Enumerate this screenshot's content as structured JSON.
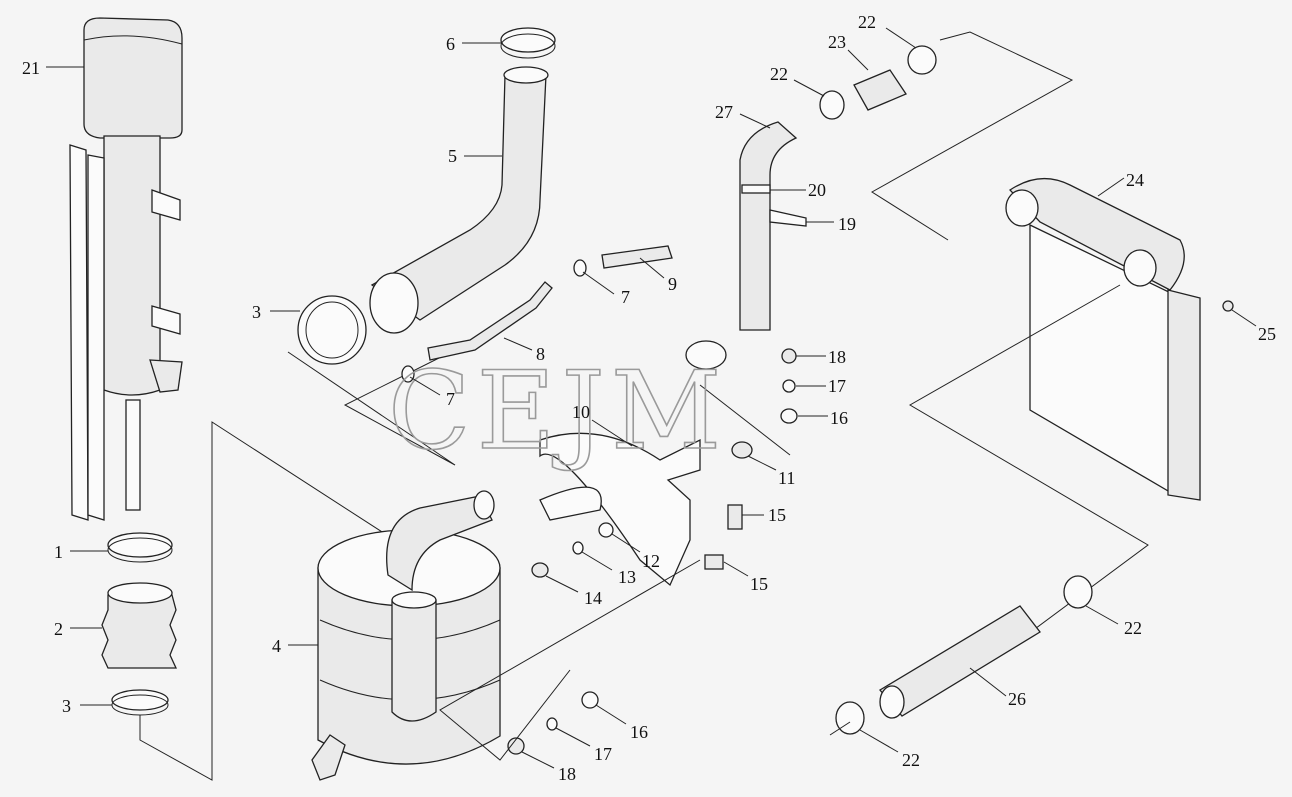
{
  "watermark": "CEJM",
  "callouts": [
    {
      "id": "c27",
      "num": "27"
    },
    {
      "id": "c6",
      "num": "6"
    },
    {
      "id": "c5",
      "num": "5"
    },
    {
      "id": "c3a",
      "num": "3"
    },
    {
      "id": "c7a",
      "num": "7"
    },
    {
      "id": "c9",
      "num": "9"
    },
    {
      "id": "c8",
      "num": "8"
    },
    {
      "id": "c7b",
      "num": "7"
    },
    {
      "id": "c10",
      "num": "10"
    },
    {
      "id": "c11",
      "num": "11"
    },
    {
      "id": "c15a",
      "num": "15"
    },
    {
      "id": "c12",
      "num": "12"
    },
    {
      "id": "c13",
      "num": "13"
    },
    {
      "id": "c14",
      "num": "14"
    },
    {
      "id": "c15b",
      "num": "15"
    },
    {
      "id": "c1",
      "num": "1"
    },
    {
      "id": "c2",
      "num": "2"
    },
    {
      "id": "c3b",
      "num": "3"
    },
    {
      "id": "c4",
      "num": "4"
    },
    {
      "id": "c16a",
      "num": "16"
    },
    {
      "id": "c17a",
      "num": "17"
    },
    {
      "id": "c18a",
      "num": "18"
    },
    {
      "id": "c22a",
      "num": "22"
    },
    {
      "id": "c23",
      "num": "23"
    },
    {
      "id": "c22b",
      "num": "22"
    },
    {
      "id": "c21",
      "num": "21"
    },
    {
      "id": "c20",
      "num": "20"
    },
    {
      "id": "c19",
      "num": "19"
    },
    {
      "id": "c18b",
      "num": "18"
    },
    {
      "id": "c17b",
      "num": "17"
    },
    {
      "id": "c16b",
      "num": "16"
    },
    {
      "id": "c24",
      "num": "24"
    },
    {
      "id": "c25",
      "num": "25"
    },
    {
      "id": "c22c",
      "num": "22"
    },
    {
      "id": "c26",
      "num": "26"
    },
    {
      "id": "c22d",
      "num": "22"
    }
  ]
}
